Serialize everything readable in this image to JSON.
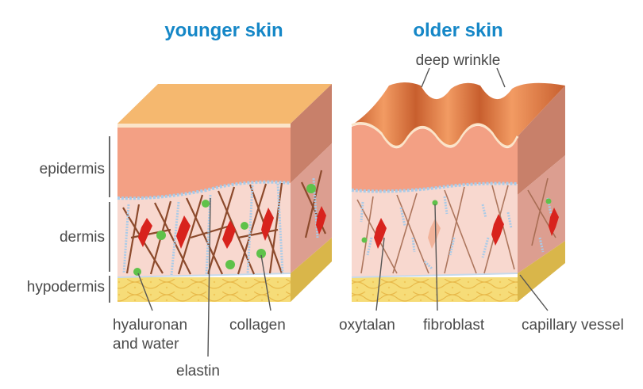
{
  "titles": {
    "left": "younger skin",
    "right": "older skin"
  },
  "layers": {
    "epidermis": "epidermis",
    "dermis": "dermis",
    "hypodermis": "hypodermis"
  },
  "labels": {
    "deep_wrinkle": "deep wrinkle",
    "hyaluronan_1": "hyaluronan",
    "hyaluronan_2": "and water",
    "collagen": "collagen",
    "elastin": "elastin",
    "oxytalan": "oxytalan",
    "fibroblast": "fibroblast",
    "capillary": "capillary vessel"
  },
  "colors": {
    "title": "#1587c7",
    "surface": "#f5b86f",
    "epidermis": "#f3a084",
    "epidermis_side": "#c8806a",
    "dermis": "#f8d8cf",
    "dermis_side": "#dc9e90",
    "hypodermis": "#f4d96c",
    "hypodermis_side": "#d9b64a",
    "collagen_fiber": "#8c4a2c",
    "elastin_fiber": "#a9cbe8",
    "fibroblast": "#d8231d",
    "hyaluronan": "#5fc24a",
    "wrinkle": "#e5804a"
  }
}
